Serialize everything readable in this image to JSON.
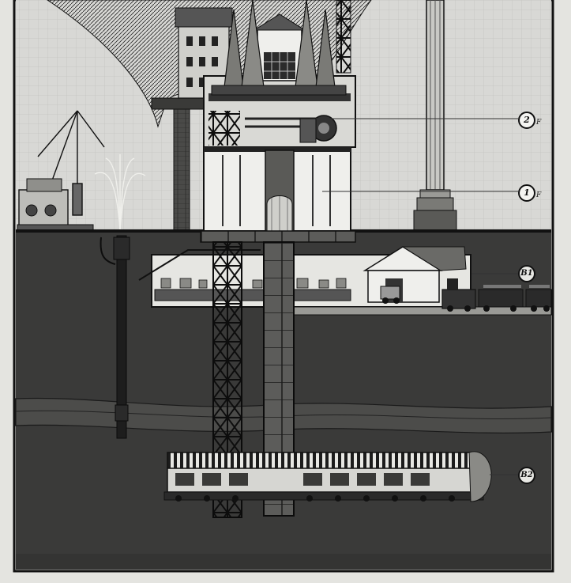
{
  "floors": [
    {
      "id": "2f",
      "number": "2",
      "suffix": "F"
    },
    {
      "id": "1f",
      "number": "1",
      "suffix": "F"
    },
    {
      "id": "b1",
      "number": "B1",
      "suffix": ""
    },
    {
      "id": "b2",
      "number": "B2",
      "suffix": ""
    }
  ],
  "colors": {
    "sky": "#d8d8d5",
    "ground": "#3a3a39",
    "ground_deep": "#343433",
    "ink": "#111111",
    "building": "#efefec"
  }
}
